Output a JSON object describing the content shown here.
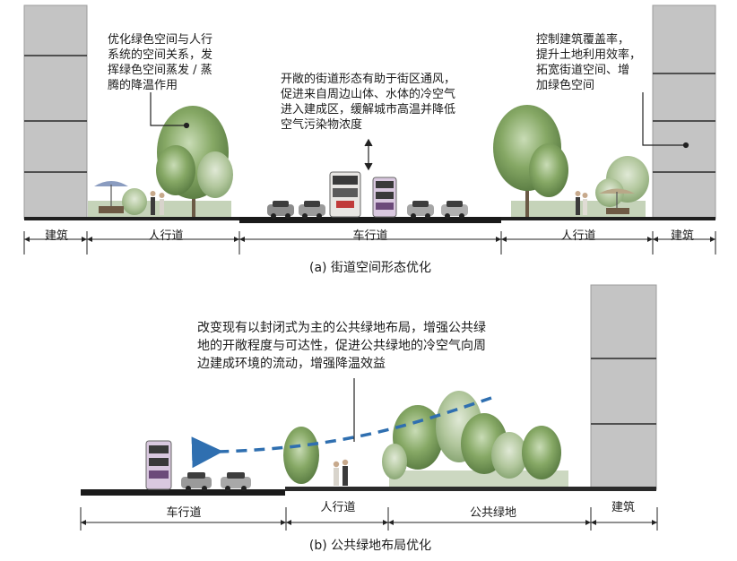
{
  "panel_a": {
    "note_left": "优化绿色空间与人行\n系统的空间关系，发\n挥绿色空间蒸发 / 蒸\n腾的降温作用",
    "note_center": "开敞的街道形态有助于街区通风，\n促进来自周边山体、水体的冷空气\n进入建成区，缓解城市高温并降低\n空气污染物浓度",
    "note_right": "控制建筑覆盖率，\n提升土地利用效率，\n拓宽街道空间、增\n加绿色空间",
    "zones": [
      "建筑",
      "人行道",
      "车行道",
      "人行道",
      "建筑"
    ],
    "caption": "(a) 街道空间形态优化"
  },
  "panel_b": {
    "note": "改变现有以封闭式为主的公共绿地布局，增强公共绿\n地的开敞程度与可达性，促进公共绿地的冷空气向周\n边建成环境的流动，增强降温效益",
    "zones": [
      "车行道",
      "人行道",
      "公共绿地",
      "建筑"
    ],
    "caption": "(b) 公共绿地布局优化"
  },
  "colors": {
    "building": "#c4c4c4",
    "road": "#1c1c1c",
    "airflow": "#2f6fb0",
    "tree_dark": "#6f9a52",
    "tree_light": "#b5c9a4"
  }
}
